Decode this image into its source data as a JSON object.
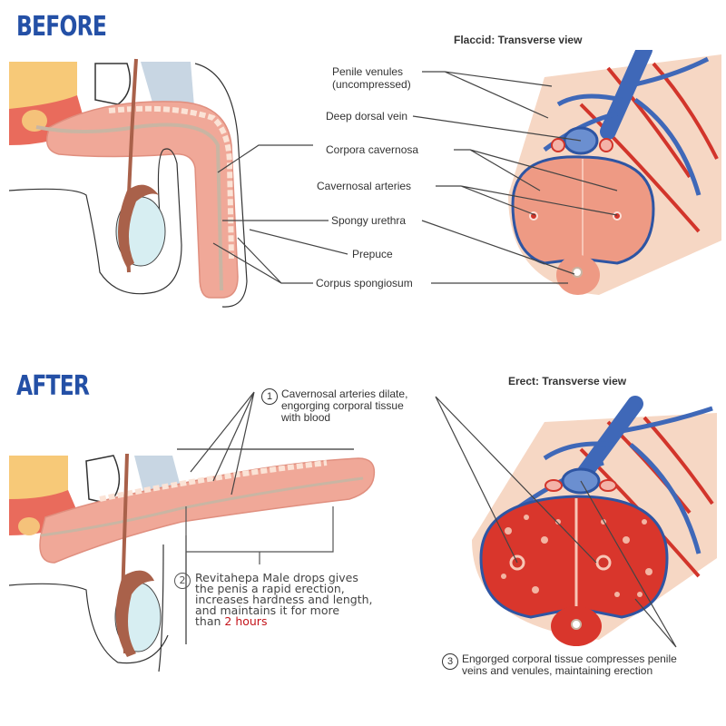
{
  "before": {
    "title": "BEFORE",
    "view_title": "Flaccid: Transverse view",
    "labels": {
      "penile_venules": [
        "Penile venules",
        "(uncompressed)"
      ],
      "deep_dorsal_vein": "Deep dorsal vein",
      "corpora_cavernosa": "Corpora cavernosa",
      "cavernosal_arteries": "Cavernosal arteries",
      "spongy_urethra": "Spongy urethra",
      "prepuce": "Prepuce",
      "corpus_spongiosum": "Corpus spongiosum"
    }
  },
  "after": {
    "title": "AFTER",
    "view_title": "Erect: Transverse view",
    "steps": [
      {
        "number": "1",
        "lines": [
          "Cavernosal arteries dilate,",
          "engorging corporal tissue",
          "with blood"
        ]
      },
      {
        "number": "2",
        "lines": [
          "Revitahepa Male drops gives",
          "the penis a rapid erection,",
          "increases hardness and length,",
          "and maintains it for more"
        ],
        "last_line_prefix": "than ",
        "highlight": "2 hours"
      },
      {
        "number": "3",
        "lines": [
          "Engorged corporal tissue compresses penile",
          "veins and venules, maintaining erection"
        ]
      }
    ]
  },
  "colors": {
    "title_blue": "#2450a6",
    "highlight_red": "#c4141b",
    "tissue_pink": "#f0a898",
    "skin": "#f6d7c4",
    "vein_blue": "#3f68b8",
    "artery_red": "#d2352b",
    "testis_blue": "#d7eef2",
    "epididymis_brown": "#a9614a"
  }
}
